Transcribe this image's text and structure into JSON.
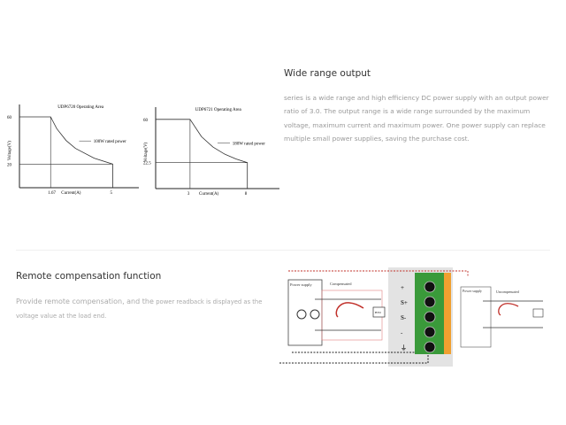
{
  "wide_range": {
    "title": "Wide range output",
    "body": "series is a wide range and high efficiency DC power supply with an output power ratio of 3.0. The output range is a wide range surrounded by the maximum voltage, maximum current and maximum power. One power supply can replace multiple small power supplies, saving the purchase cost."
  },
  "remote": {
    "title": "Remote compensation function",
    "body_a": "Provide remote compensation, and the",
    "body_b": "power readback is displayed as the voltage value at the load end."
  },
  "circuit": {
    "power_supply": "Power supply",
    "compensated": "Compensated",
    "uncompensated": "Uncompensated",
    "load": "BTU",
    "terminals": [
      "+",
      "S+",
      "S-",
      "-",
      "⏚"
    ]
  },
  "chart_data": [
    {
      "type": "line",
      "title": "UDP6720 Operating Area",
      "xlabel": "Current(A)",
      "ylabel": "Voltage(V)",
      "annotation": "100W rated power",
      "x_ticks": [
        "1.67",
        "5"
      ],
      "y_ticks": [
        "60",
        "20"
      ],
      "points": [
        [
          0,
          60
        ],
        [
          1.67,
          60
        ],
        [
          2,
          50
        ],
        [
          2.5,
          40
        ],
        [
          3,
          33.3
        ],
        [
          4,
          25
        ],
        [
          5,
          20
        ],
        [
          5,
          0
        ]
      ],
      "xlim": [
        0,
        6.4
      ],
      "ylim": [
        0,
        66
      ]
    },
    {
      "type": "line",
      "title": "UDP6721 Operating Area",
      "xlabel": "Current(A)",
      "ylabel": "Voltage(V)",
      "annotation": "180W rated power",
      "x_ticks": [
        "3",
        "8"
      ],
      "y_ticks": [
        "60",
        "22.5"
      ],
      "points": [
        [
          0,
          60
        ],
        [
          3,
          60
        ],
        [
          4,
          45
        ],
        [
          5,
          36
        ],
        [
          6,
          30
        ],
        [
          7,
          25.7
        ],
        [
          8,
          22.5
        ],
        [
          8,
          0
        ]
      ],
      "xlim": [
        0,
        10.8
      ],
      "ylim": [
        0,
        66
      ]
    }
  ]
}
